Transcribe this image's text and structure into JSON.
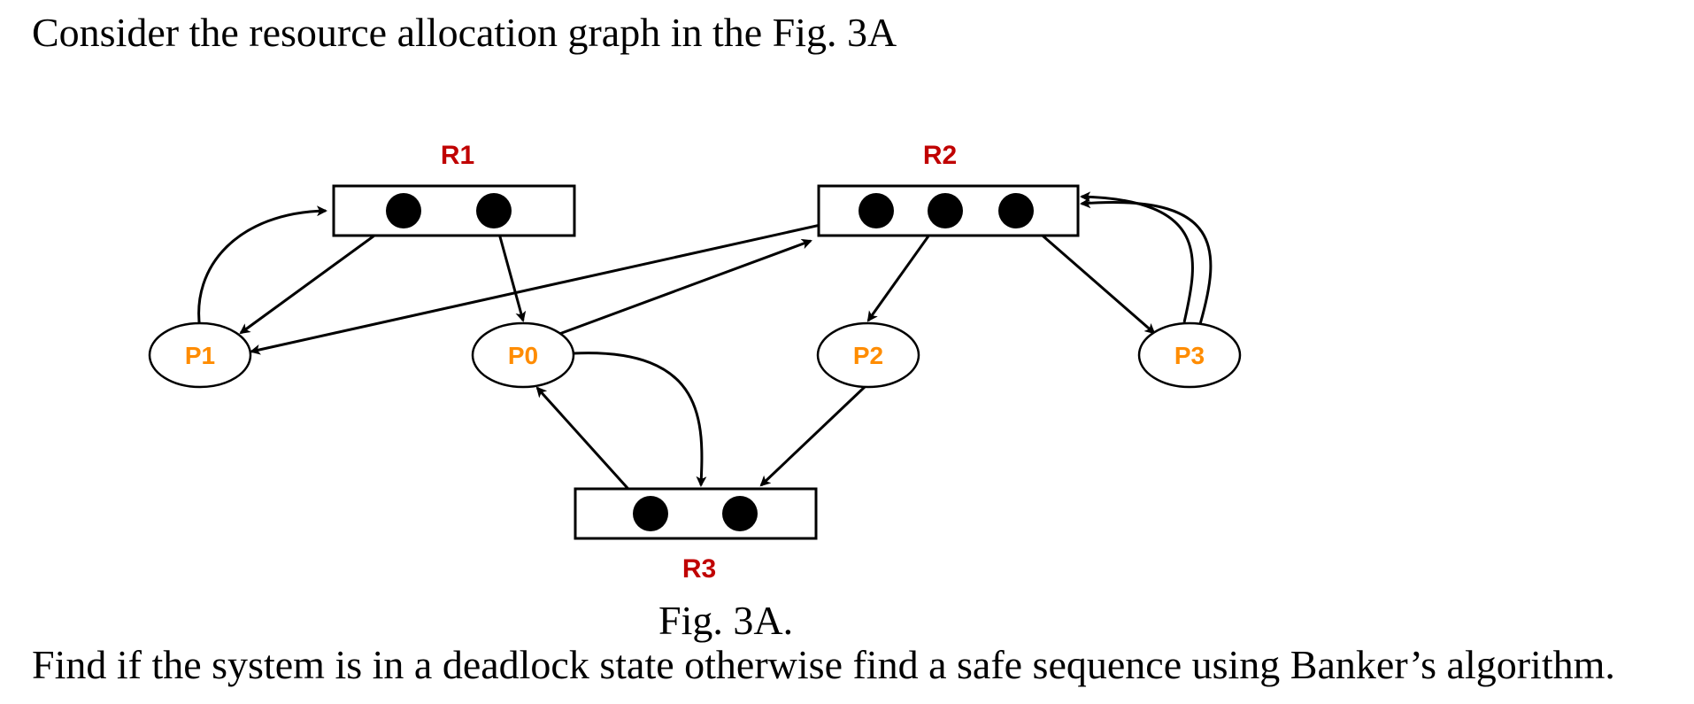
{
  "intro_text": "Consider the resource allocation graph in the  Fig. 3A",
  "caption": "Fig. 3A.",
  "question": "Find if the system is in a deadlock state otherwise find a safe sequence using Banker’s algorithm.",
  "resources": [
    {
      "id": "R1",
      "label": "R1",
      "instances": 2
    },
    {
      "id": "R2",
      "label": "R2",
      "instances": 3
    },
    {
      "id": "R3",
      "label": "R3",
      "instances": 2
    }
  ],
  "processes": [
    {
      "id": "P1",
      "label": "P1"
    },
    {
      "id": "P0",
      "label": "P0"
    },
    {
      "id": "P2",
      "label": "P2"
    },
    {
      "id": "P3",
      "label": "P3"
    }
  ],
  "edges": [
    {
      "type": "request",
      "from": "P1",
      "to": "R1"
    },
    {
      "type": "assignment",
      "from": "R1",
      "to": "P1"
    },
    {
      "type": "assignment",
      "from": "R1",
      "to": "P0"
    },
    {
      "type": "assignment",
      "from": "R2",
      "to": "P1"
    },
    {
      "type": "request",
      "from": "P0",
      "to": "R2"
    },
    {
      "type": "assignment",
      "from": "R2",
      "to": "P2"
    },
    {
      "type": "assignment",
      "from": "R2",
      "to": "P3"
    },
    {
      "type": "request",
      "from": "P3",
      "to": "R2"
    },
    {
      "type": "request",
      "from": "P3",
      "to": "R2"
    },
    {
      "type": "request",
      "from": "P0",
      "to": "R3"
    },
    {
      "type": "assignment",
      "from": "R3",
      "to": "P0"
    },
    {
      "type": "request",
      "from": "P2",
      "to": "R3"
    }
  ],
  "colors": {
    "resource_label": "#c00000",
    "process_label": "#ff8c00",
    "line": "#000000"
  }
}
